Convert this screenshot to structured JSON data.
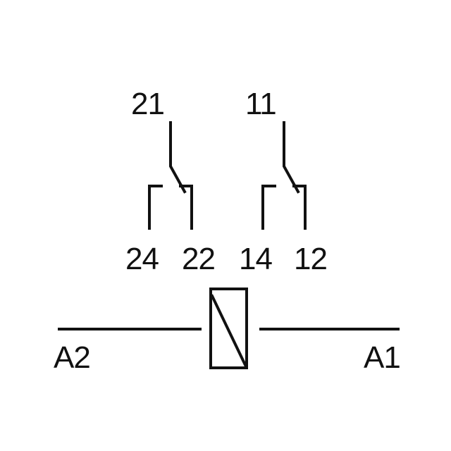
{
  "diagram": {
    "colors": {
      "line": "#111111",
      "background": "#ffffff"
    },
    "contact_set_1": {
      "common": "21",
      "normally_open": "24",
      "normally_closed": "22"
    },
    "contact_set_2": {
      "common": "11",
      "normally_open": "14",
      "normally_closed": "12"
    },
    "coil": {
      "terminal_left": "A2",
      "terminal_right": "A1"
    }
  }
}
